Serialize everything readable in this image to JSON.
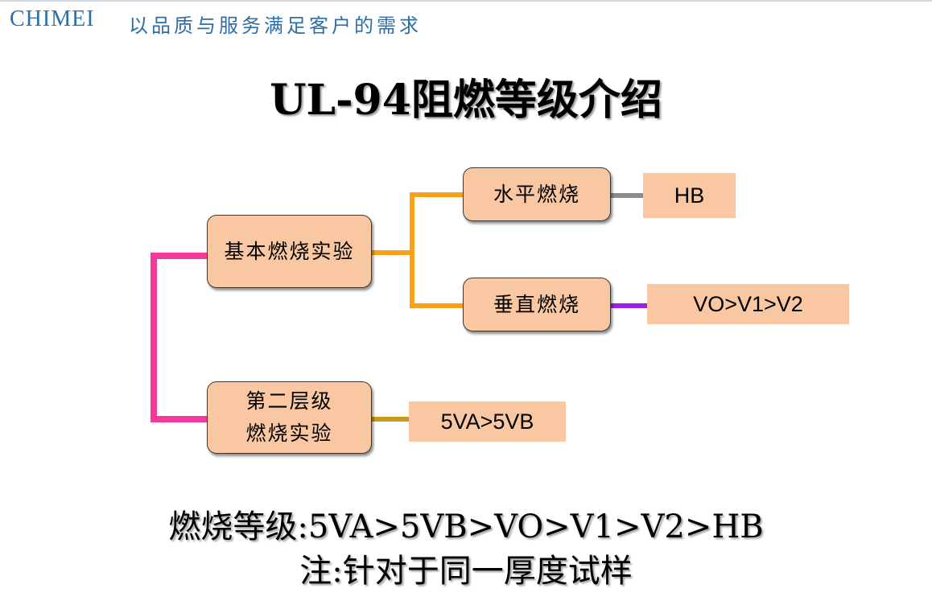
{
  "header": {
    "brand": "CHIMEI",
    "slogan": "以品质与服务满足客户的需求"
  },
  "title": "UL-94阻燃等级介绍",
  "diagram": {
    "basic_test": "基本燃烧实验",
    "horizontal": "水平燃烧",
    "vertical": "垂直燃烧",
    "second_tier_line1": "第二层级",
    "second_tier_line2": "燃烧实验",
    "hb": "HB",
    "v_ratings": "VO>V1>V2",
    "five_v": "5VA>5VB"
  },
  "footer": {
    "ranking": "燃烧等级:5VA>5VB>VO>V1>V2>HB",
    "note": "注:针对于同一厚度试样"
  },
  "colors": {
    "box_fill": "#f9c8a3",
    "brand_blue": "#2e6ea6",
    "pink_line": "#f5399a",
    "orange_line": "#f9a11b",
    "gray_line": "#8c8c8c",
    "purple_line": "#a01fe6",
    "gold_line": "#c79a1a"
  }
}
